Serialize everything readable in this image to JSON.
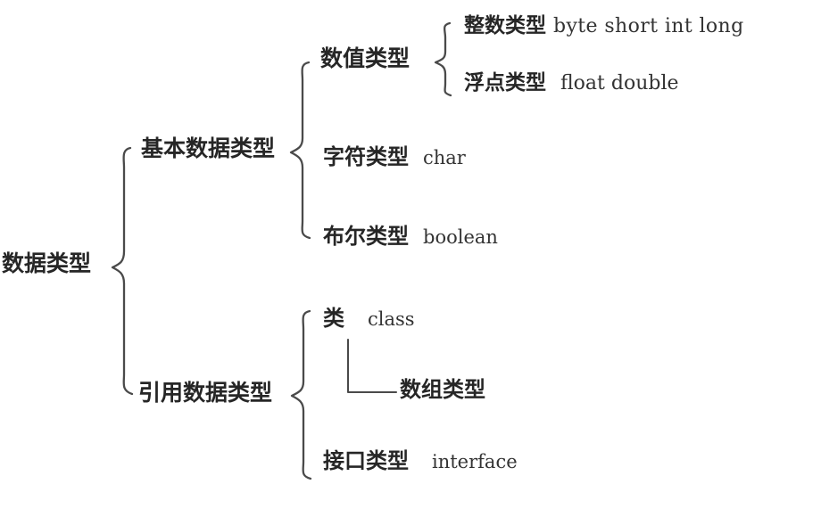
{
  "diagram": {
    "title": "数据类型",
    "type": "tree",
    "orientation": "left-to-right",
    "connector_style": "curly-brace",
    "colors": {
      "background": "#ffffff",
      "text": "#262626",
      "line": "#4a4a4a"
    },
    "nodes": {
      "root": {
        "label": "数据类型"
      },
      "primitive": {
        "label": "基本数据类型"
      },
      "reference": {
        "label": "引用数据类型"
      },
      "numeric": {
        "label": "数值类型"
      },
      "character": {
        "label": "字符类型",
        "keyword": "char"
      },
      "boolean": {
        "label": "布尔类型",
        "keyword": "boolean"
      },
      "integer": {
        "label": "整数类型",
        "keyword": "byte short  int long"
      },
      "float": {
        "label": "浮点类型",
        "keyword": "float    double"
      },
      "class": {
        "label": "类",
        "keyword": "class"
      },
      "array": {
        "label": "数组类型",
        "keyword": ""
      },
      "interface": {
        "label": "接口类型",
        "keyword": "interface"
      }
    },
    "edges": [
      {
        "from": "root",
        "to": "primitive",
        "style": "brace"
      },
      {
        "from": "root",
        "to": "reference",
        "style": "brace"
      },
      {
        "from": "primitive",
        "to": "numeric",
        "style": "brace"
      },
      {
        "from": "primitive",
        "to": "character",
        "style": "brace"
      },
      {
        "from": "primitive",
        "to": "boolean",
        "style": "brace"
      },
      {
        "from": "numeric",
        "to": "integer",
        "style": "brace"
      },
      {
        "from": "numeric",
        "to": "float",
        "style": "brace"
      },
      {
        "from": "reference",
        "to": "class",
        "style": "brace"
      },
      {
        "from": "reference",
        "to": "interface",
        "style": "brace"
      },
      {
        "from": "class",
        "to": "array",
        "style": "elbow"
      }
    ]
  }
}
